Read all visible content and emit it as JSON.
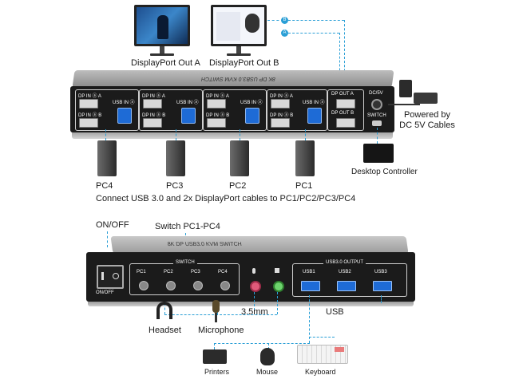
{
  "monitors": {
    "a_label": "DisplayPort Out A",
    "b_label": "DisplayPort Out B",
    "marker_a": "A",
    "marker_b": "B"
  },
  "rear_panel": {
    "top_text": "8K DP USB3.0 KVM SWITCH",
    "dp_in_a": "DP IN ⓐ A",
    "dp_in_b": "DP IN ⓐ B",
    "usb_in": "USB IN ⓐ",
    "dp_out_a": "DP OUT A",
    "dp_out_b": "DP OUT B",
    "dc": "DC/5V",
    "switch": "SWITCH"
  },
  "power": {
    "label": "Powered by DC 5V Cables"
  },
  "controller": {
    "label": "Desktop Controller"
  },
  "pcs": [
    "PC4",
    "PC3",
    "PC2",
    "PC1"
  ],
  "connect_caption": "Connect USB 3.0 and 2x DisplayPort cables to PC1/PC2/PC3/PC4",
  "front": {
    "onoff_top": "ON/OFF",
    "switch_caption": "Switch PC1-PC4",
    "top_text": "8K DP USB3.0 KVM SWITCH",
    "onoff_panel": "ON/OFF",
    "switch_group": "SWITCH",
    "buttons": [
      "PC1",
      "PC2",
      "PC3",
      "PC4"
    ],
    "usb_group": "USB3.0 OUTPUT",
    "usb_ports": [
      "USB1",
      "USB2",
      "USB3"
    ],
    "jack_label": "3.5mm",
    "usb_label": "USB"
  },
  "peripherals": {
    "headset": "Headset",
    "microphone": "Microphone",
    "printers": "Printers",
    "mouse": "Mouse",
    "keyboard": "Keyboard"
  },
  "colors": {
    "accent": "#2a9fd6",
    "usb": "#1e6bd6"
  }
}
